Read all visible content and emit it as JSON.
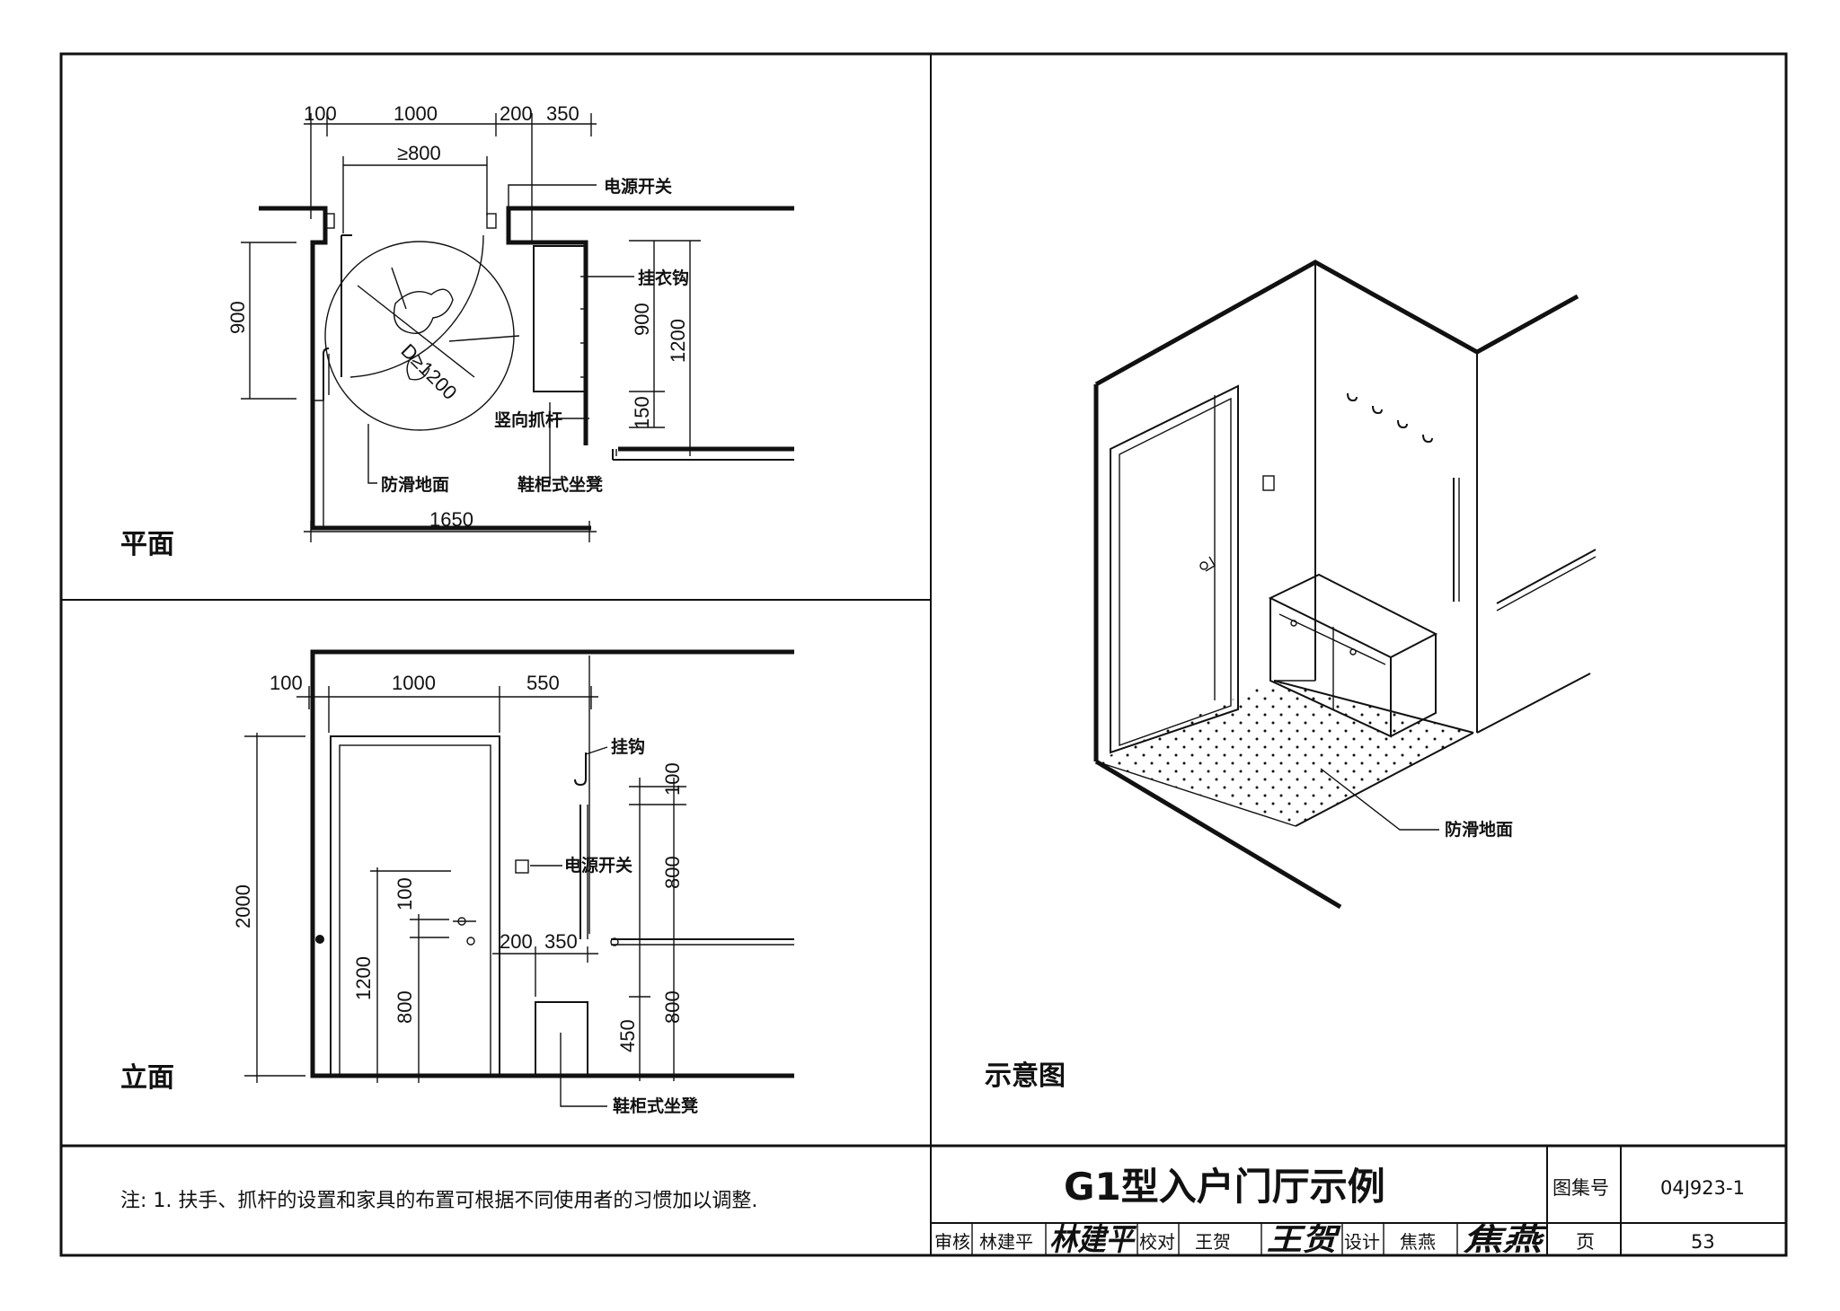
{
  "sections": {
    "plan_label": "平面",
    "elevation_label": "立面",
    "illustration_label": "示意图"
  },
  "plan": {
    "dims_top": [
      "100",
      "1000",
      "200",
      "350"
    ],
    "dim_inner": "≥800",
    "dim_left": "900",
    "dim_bottom": "1650",
    "dim_right_900": "900",
    "dim_right_1200": "1200",
    "dim_right_150": "150",
    "circle_label": "D≥1200",
    "labels": {
      "power_switch": "电源开关",
      "coat_hook": "挂衣钩",
      "grab_bar": "竖向抓杆",
      "anti_slip": "防滑地面",
      "shoe_bench": "鞋柜式坐凳"
    }
  },
  "elevation": {
    "dims_top": [
      "100",
      "1000",
      "550"
    ],
    "dim_left": "2000",
    "dim_handle_100": "100",
    "dim_handle_1200": "1200",
    "dim_handle_800": "800",
    "dims_mid": [
      "200",
      "350"
    ],
    "dim_right_100": "100",
    "dim_right_800_top": "800",
    "dim_right_450": "450",
    "dim_right_800_bottom": "800",
    "labels": {
      "hook": "挂钩",
      "power_switch": "电源开关",
      "shoe_bench": "鞋柜式坐凳"
    }
  },
  "illustration": {
    "anti_slip": "防滑地面"
  },
  "notes": "注: 1. 扶手、抓杆的设置和家具的布置可根据不同使用者的习惯加以调整.",
  "title_block": {
    "title": "G1型入户门厅示例",
    "atlas_label": "图集号",
    "atlas_no": "04J923-1",
    "page_label": "页",
    "page_no": "53",
    "review_label": "审核",
    "reviewer": "林建平",
    "reviewer_sig": "林建平",
    "check_label": "校对",
    "checker": "王贺",
    "checker_sig": "王贺",
    "design_label": "设计",
    "designer": "焦燕",
    "designer_sig": "焦燕"
  }
}
